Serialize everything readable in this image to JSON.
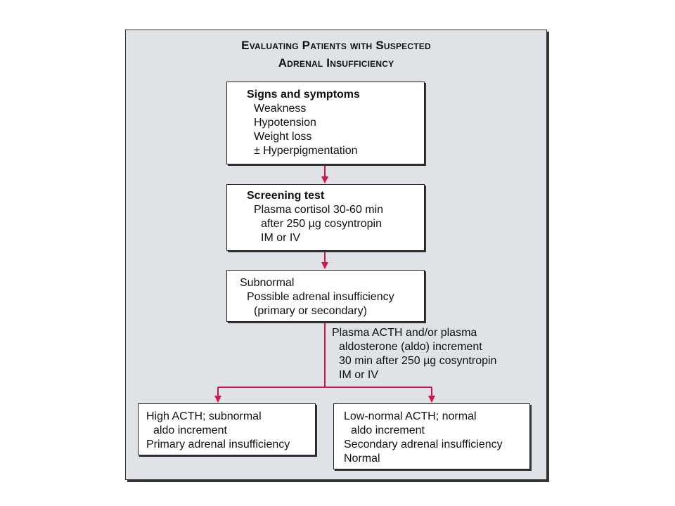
{
  "title": {
    "line1": "Evaluating Patients with Suspected",
    "line2": "Adrenal Insufficiency"
  },
  "colors": {
    "arrow": "#d4134a",
    "panel": "#dfe2e6",
    "box": "#ffffff",
    "border": "#222222"
  },
  "boxes": {
    "signs": {
      "heading": "Signs and symptoms",
      "items": [
        "Weakness",
        "Hypotension",
        "Weight loss",
        "± Hyperpigmentation"
      ]
    },
    "screening": {
      "heading": "Screening test",
      "lines": [
        "Plasma cortisol 30-60 min",
        "after 250 µg cosyntropin",
        "IM or IV"
      ]
    },
    "subnormal": {
      "lines": [
        "Subnormal",
        "Possible adrenal insufficiency",
        "(primary or secondary)"
      ]
    },
    "left_outcome": {
      "lines": [
        "High ACTH; subnormal",
        "aldo increment",
        "Primary adrenal insufficiency"
      ]
    },
    "right_outcome": {
      "lines": [
        "Low-normal ACTH; normal",
        "aldo increment",
        "Secondary adrenal insufficiency",
        "Normal"
      ]
    }
  },
  "branch_label": {
    "lines": [
      "Plasma ACTH and/or plasma",
      "aldosterone (aldo) increment",
      "30 min after 250 µg cosyntropin",
      "IM or IV"
    ]
  }
}
